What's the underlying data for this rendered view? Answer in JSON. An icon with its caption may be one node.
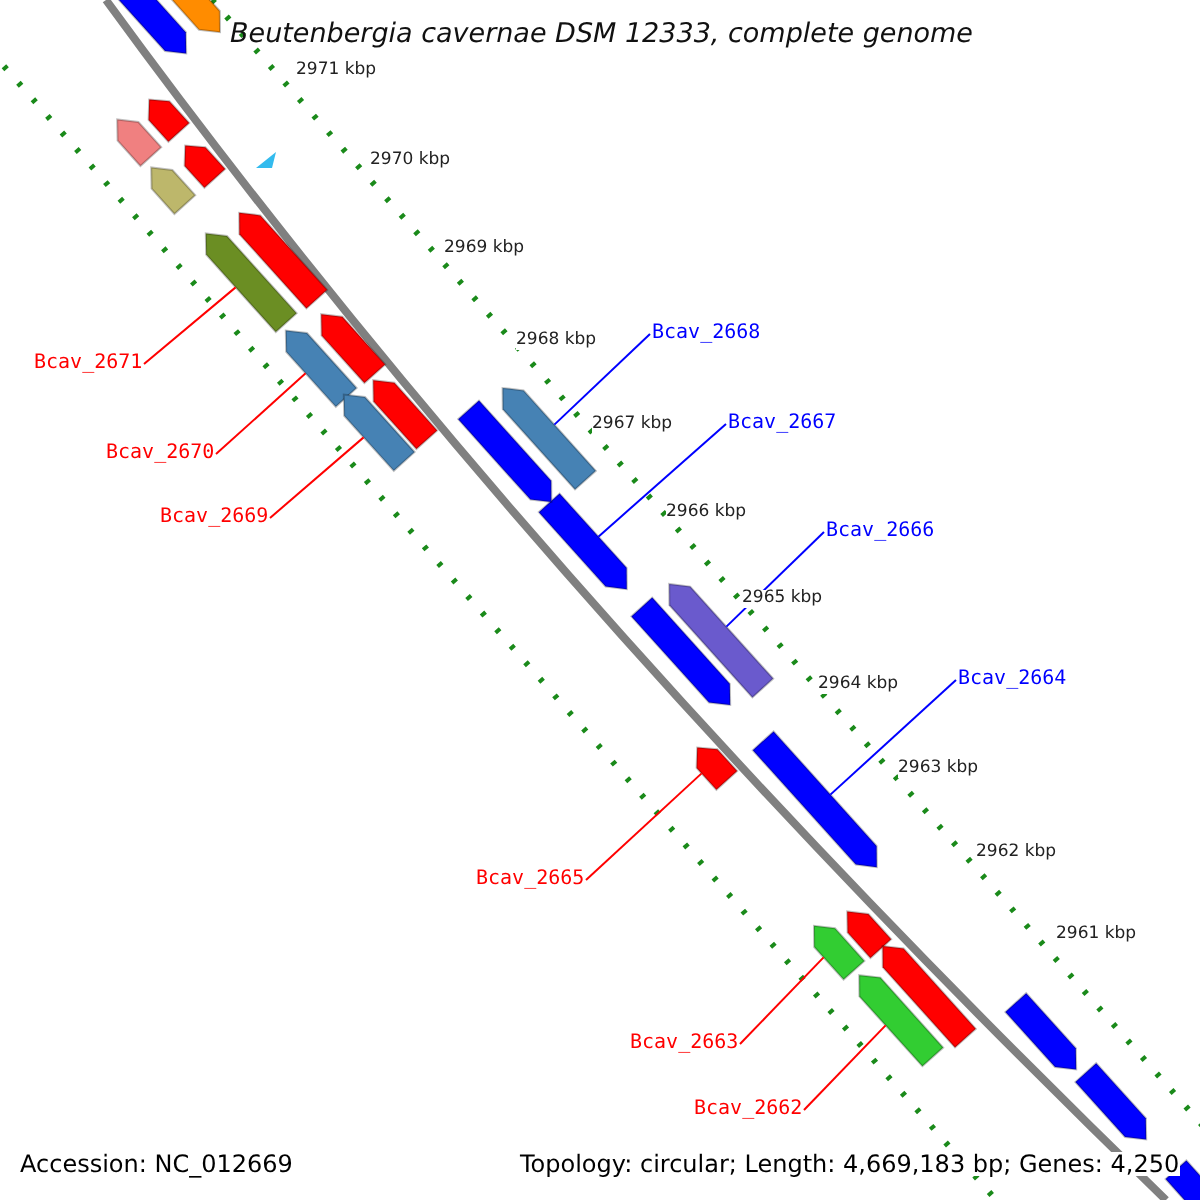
{
  "diagram": {
    "title": "Beutenbergia cavernae DSM 12333, complete genome",
    "nodes": [
      {
        "text": [
          "Bcav_2668"
        ]
      },
      {
        "text": [
          "Bcav_2671"
        ]
      },
      {
        "text": [
          "Bcav_2667"
        ]
      },
      {
        "text": [
          "Bcav_2670"
        ]
      },
      {
        "text": [
          "Bcav_2669"
        ]
      },
      {
        "text": [
          "Bcav_2666"
        ]
      },
      {
        "text": [
          "Bcav_2664"
        ]
      },
      {
        "text": [
          "Bcav_2665"
        ]
      },
      {
        "text": [
          "Bcav_2663"
        ]
      },
      {
        "text": [
          "Bcav_2662"
        ]
      },
      {
        "text": [],
        "shape": "bar"
      },
      {
        "text": [],
        "shape": "bar"
      },
      {
        "text": [],
        "shape": "bar"
      },
      {
        "text": [],
        "shape": "bar"
      },
      {
        "text": [],
        "shape": "bar"
      },
      {
        "text": [],
        "shape": "bar"
      },
      {
        "text": [],
        "shape": "bar"
      },
      {
        "text": [],
        "shape": "bar"
      },
      {
        "text": [],
        "shape": "bar"
      },
      {
        "text": [],
        "shape": "bar"
      },
      {
        "text": [],
        "shape": "bar"
      },
      {
        "text": [],
        "shape": "bar"
      },
      {
        "text": [],
        "shape": "bar"
      },
      {
        "text": [],
        "shape": "bar"
      },
      {
        "text": [],
        "shape": "bar"
      },
      {
        "text": [],
        "shape": "bar"
      },
      {
        "text": [],
        "shape": "bar"
      },
      {
        "text": [],
        "shape": "bar"
      },
      {
        "text": [],
        "shape": "bar"
      },
      {
        "text": [],
        "shape": "bar"
      },
      {
        "text": [],
        "shape": "bar"
      },
      {
        "text": [],
        "shape": "bar"
      },
      {
        "text": [],
        "shape": "bar"
      },
      {
        "text": [],
        "shape": "bar"
      },
      {
        "text": [],
        "shape": "bar"
      },
      {
        "text": [],
        "shape": "bar"
      }
    ],
    "edges": [
      {
        "from": 0,
        "to": 10,
        "arrow": "none",
        "color": "#0000ff"
      },
      {
        "from": 1,
        "to": 11,
        "arrow": "none"
      },
      {
        "from": 2,
        "to": 12,
        "arrow": "none",
        "color": "#0000ff"
      },
      {
        "from": 3,
        "to": 13,
        "arrow": "none"
      },
      {
        "from": 4,
        "to": 14,
        "arrow": "none"
      },
      {
        "from": 5,
        "to": 15,
        "arrow": "none",
        "color": "#0000ff"
      },
      {
        "from": 6,
        "to": 16,
        "arrow": "none",
        "color": "#0000ff"
      },
      {
        "from": 7,
        "to": 17,
        "arrow": "none"
      },
      {
        "from": 8,
        "to": 18,
        "arrow": "none"
      },
      {
        "from": 9,
        "to": 19,
        "arrow": "none"
      }
    ],
    "labels": [
      "2971 kbp",
      "2970 kbp",
      "2969 kbp",
      "2968 kbp",
      "2967 kbp",
      "2966 kbp",
      "2965 kbp",
      "2964 kbp",
      "2963 kbp",
      "2962 kbp",
      "2961 kbp",
      "Accession: NC_012669",
      "Topology: circular; Length: 4,669,183 bp; Genes: 4,250"
    ]
  }
}
